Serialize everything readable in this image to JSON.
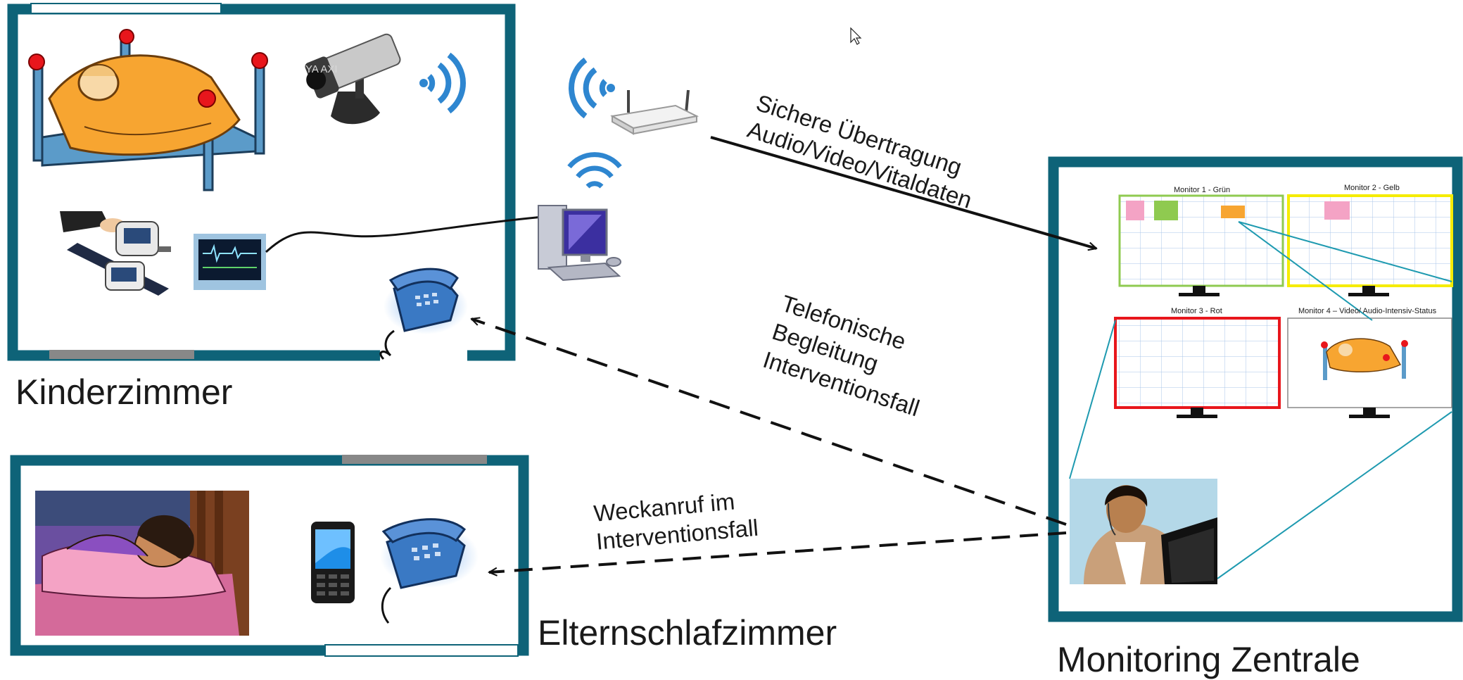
{
  "rooms": {
    "kinderzimmer": "Kinderzimmer",
    "elternschlafzimmer": "Elternschlafzimmer",
    "monitoring_zentrale": "Monitoring Zentrale"
  },
  "connections": {
    "secure_line1": "Sichere Übertragung",
    "secure_line2": "Audio/Video/Vitaldaten",
    "phone_line1": "Telefonische",
    "phone_line2": "Begleitung",
    "phone_line3": "Interventionsfall",
    "wake_line1": "Weckanruf im",
    "wake_line2": "Interventionsfall"
  },
  "monitors": {
    "m1": "Monitor 1 - Grün",
    "m2": "Monitor 2 - Gelb",
    "m3": "Monitor 3 - Rot",
    "m4": "Monitor 4 – Video/ Audio-Intensiv-Status"
  },
  "camera_watermark": "YA  AXI",
  "colors": {
    "frame": "#0e6378",
    "green": "#8fca50",
    "yellow": "#f5ec00",
    "red": "#e8161c",
    "blanket": "#f7a531",
    "bed": "#5b9bc9",
    "phone": "#3a79c4",
    "wifi": "#2e86d0"
  }
}
